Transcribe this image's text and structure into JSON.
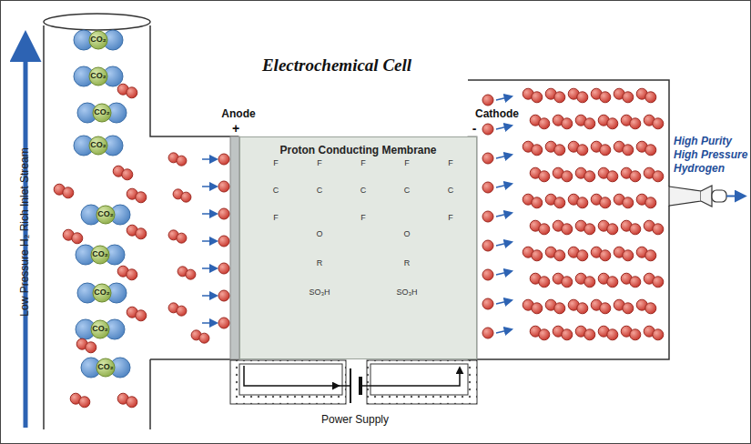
{
  "diagram": {
    "title": "Electrochemical Cell",
    "nodes": [
      {
        "text": [
          "Proton Conducting Membrane"
        ]
      }
    ],
    "labels": [
      "Low Pressure H₂ Rich Inlet Stream",
      "Anode",
      "+",
      "Cathode",
      "-",
      "High Purity High Pressure Hydrogen",
      "Power Supply",
      "F",
      "F",
      "F",
      "F",
      "F",
      "C",
      "C",
      "C",
      "C",
      "C",
      "F",
      "O",
      "R",
      "SO₃H",
      "F",
      "O",
      "R",
      "SO₃H",
      "F",
      "CO₂",
      "CO₂",
      "CO₂",
      "CO₂",
      "CO₂",
      "CO₂",
      "CO₂",
      "CO₂",
      "CO₂"
    ]
  }
}
